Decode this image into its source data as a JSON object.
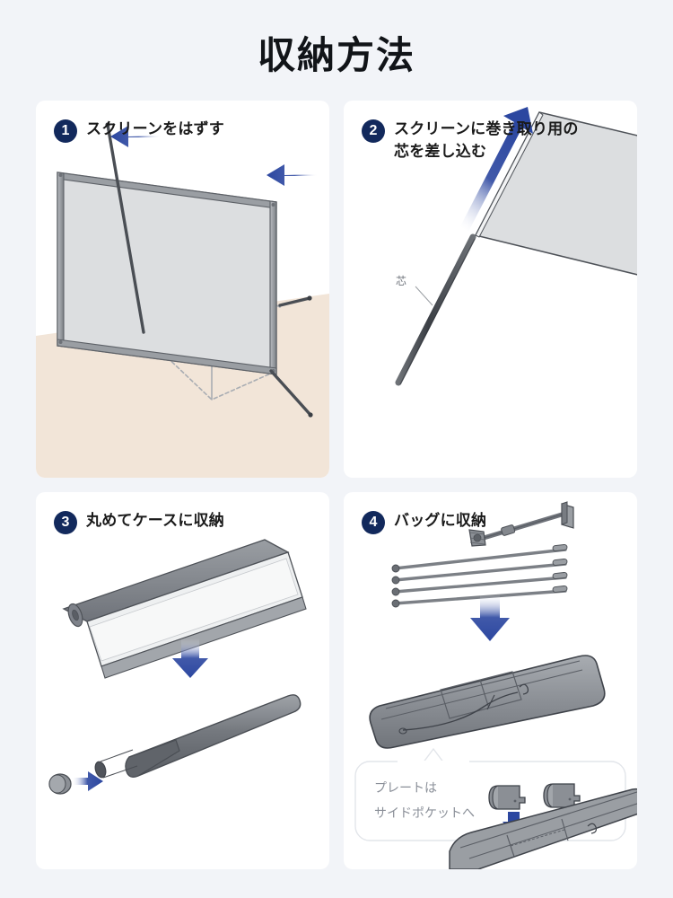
{
  "page": {
    "title": "収納方法",
    "background_color": "#f2f4f8",
    "card_color": "#ffffff"
  },
  "colors": {
    "badge": "#12295c",
    "title_text": "#111418",
    "step_text": "#1a1a1a",
    "arrow_blue": "#2c47a0",
    "floor_beige": "#f2e5d8",
    "screen_gray": "#dcdee0",
    "metal_gray": "#8e9196",
    "note_text": "#8a8f98"
  },
  "steps": [
    {
      "number": "1",
      "label": "スクリーンをはずす",
      "illustration": "screen-frame-with-stand-removal",
      "annotations": []
    },
    {
      "number": "2",
      "label": "スクリーンに巻き取り用の\n芯を差し込む",
      "illustration": "screen-sheet-with-core-rod",
      "annotations": [
        "芯"
      ]
    },
    {
      "number": "3",
      "label": "丸めてケースに収納",
      "illustration": "rolled-screen-into-tube-case",
      "annotations": []
    },
    {
      "number": "4",
      "label": "バッグに収納",
      "illustration": "poles-and-rods-into-carry-bag",
      "annotations": []
    }
  ],
  "note": {
    "line1": "プレートは",
    "line2": "サイドポケットへ"
  },
  "icons": {
    "arrow": "blue-gradient-arrow-icon",
    "leader": "leader-line-icon"
  }
}
